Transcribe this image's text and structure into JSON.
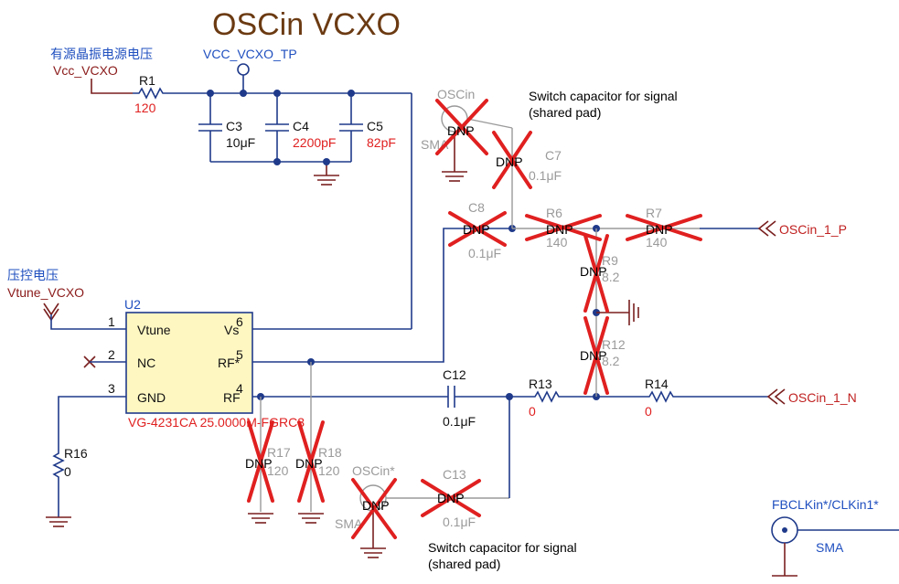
{
  "title": "OSCin VCXO",
  "nets": {
    "supply_cn": "有源晶振电源电压",
    "supply": "Vcc_VCXO",
    "testpoint": "VCC_VCXO_TP",
    "tune_cn": "压控电压",
    "tune": "Vtune_VCXO",
    "oscin_p": "OSCin_1_P",
    "oscin_n": "OSCin_1_N",
    "fbclk": "FBCLKin*/CLKin1*"
  },
  "u2": {
    "ref": "U2",
    "part": "VG-4231CA 25.0000M-FGRC3",
    "pins": [
      {
        "num": "1",
        "name": "Vtune"
      },
      {
        "num": "2",
        "name": "NC"
      },
      {
        "num": "3",
        "name": "GND"
      },
      {
        "num": "6",
        "name": "Vs"
      },
      {
        "num": "5",
        "name": "RF*"
      },
      {
        "num": "4",
        "name": "RF"
      }
    ]
  },
  "parts": {
    "r1": {
      "ref": "R1",
      "val": "120"
    },
    "c3": {
      "ref": "C3",
      "val": "10μF"
    },
    "c4": {
      "ref": "C4",
      "val": "2200pF"
    },
    "c5": {
      "ref": "C5",
      "val": "82pF"
    },
    "c7": {
      "ref": "C7",
      "val": "0.1μF"
    },
    "c8": {
      "ref": "C8",
      "val": "0.1μF"
    },
    "r6": {
      "ref": "R6",
      "val": "140"
    },
    "r7": {
      "ref": "R7",
      "val": "140"
    },
    "r9": {
      "ref": "R9",
      "val": "8.2"
    },
    "r12": {
      "ref": "R12",
      "val": "8.2"
    },
    "c12": {
      "ref": "C12",
      "val": "0.1μF"
    },
    "r13": {
      "ref": "R13",
      "val": "0"
    },
    "r14": {
      "ref": "R14",
      "val": "0"
    },
    "r16": {
      "ref": "R16",
      "val": "0"
    },
    "r17": {
      "ref": "R17",
      "val": "120"
    },
    "r18": {
      "ref": "R18",
      "val": "120"
    },
    "c13": {
      "ref": "C13",
      "val": "0.1μF"
    },
    "sma_top": {
      "ref": "OSCin",
      "val": "SMA"
    },
    "sma_bottom": {
      "ref": "OSCin*",
      "val": "SMA"
    },
    "sma_right": {
      "val": "SMA"
    }
  },
  "dnp_label": "DNP",
  "notes": {
    "switch_top_1": "Switch capacitor for signal",
    "switch_top_2": "(shared pad)",
    "switch_bottom_1": "Switch capacitor for signal",
    "switch_bottom_2": "(shared pad)"
  },
  "colors": {
    "wire": "#1f3a8a",
    "dnp_cross": "#e02020",
    "value_red": "#e02020",
    "title": "#6b3a12",
    "chip_fill": "#fff7c2"
  }
}
